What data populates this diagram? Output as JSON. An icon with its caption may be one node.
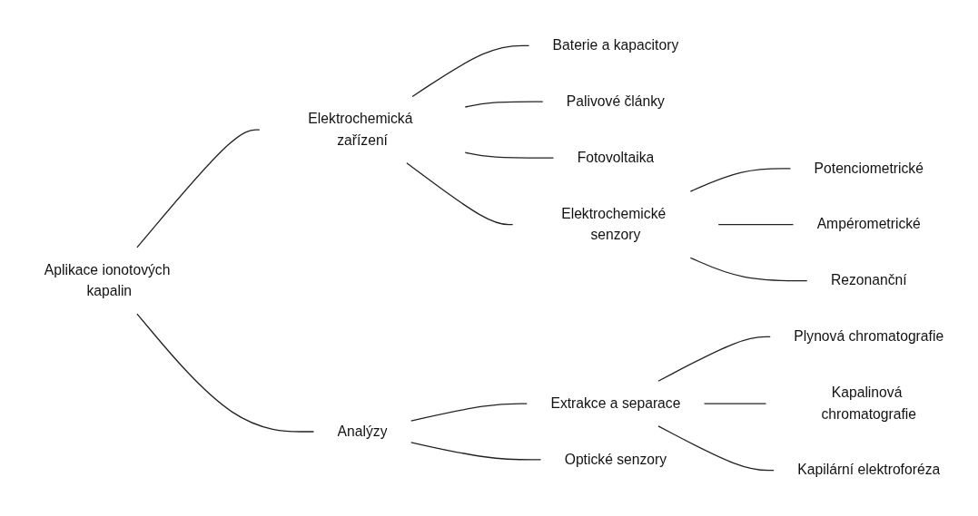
{
  "diagram": {
    "nodes": [
      {
        "text": [
          "Aplikace ionotových kapalin"
        ]
      },
      {
        "text": [
          "Elektrochemická zařízení"
        ]
      },
      {
        "text": [
          "Baterie a kapacitory"
        ]
      },
      {
        "text": [
          "Palivové články"
        ]
      },
      {
        "text": [
          "Fotovoltaika"
        ]
      },
      {
        "text": [
          "Elektrochemické senzory"
        ]
      },
      {
        "text": [
          "Potenciometrické"
        ]
      },
      {
        "text": [
          "Ampérometrické"
        ]
      },
      {
        "text": [
          "Rezonanční"
        ]
      },
      {
        "text": [
          "Analýzy"
        ]
      },
      {
        "text": [
          "Extrakce a separace"
        ]
      },
      {
        "text": [
          "Plynová chromatografie"
        ]
      },
      {
        "text": [
          "Kapalinová chromatografie"
        ]
      },
      {
        "text": [
          "Kapilární elektroforéza"
        ]
      },
      {
        "text": [
          "Optické senzory"
        ]
      }
    ],
    "edges": [
      {
        "from": 0,
        "to": 1,
        "arrow": "none"
      },
      {
        "from": 0,
        "to": 9,
        "arrow": "none"
      },
      {
        "from": 1,
        "to": 2,
        "arrow": "none"
      },
      {
        "from": 1,
        "to": 3,
        "arrow": "none"
      },
      {
        "from": 1,
        "to": 4,
        "arrow": "none"
      },
      {
        "from": 1,
        "to": 5,
        "arrow": "none"
      },
      {
        "from": 5,
        "to": 6,
        "arrow": "none"
      },
      {
        "from": 5,
        "to": 7,
        "arrow": "none"
      },
      {
        "from": 5,
        "to": 8,
        "arrow": "none"
      },
      {
        "from": 9,
        "to": 10,
        "arrow": "none"
      },
      {
        "from": 9,
        "to": 14,
        "arrow": "none"
      },
      {
        "from": 10,
        "to": 11,
        "arrow": "none"
      },
      {
        "from": 10,
        "to": 12,
        "arrow": "none"
      },
      {
        "from": 10,
        "to": 13,
        "arrow": "none"
      }
    ]
  }
}
